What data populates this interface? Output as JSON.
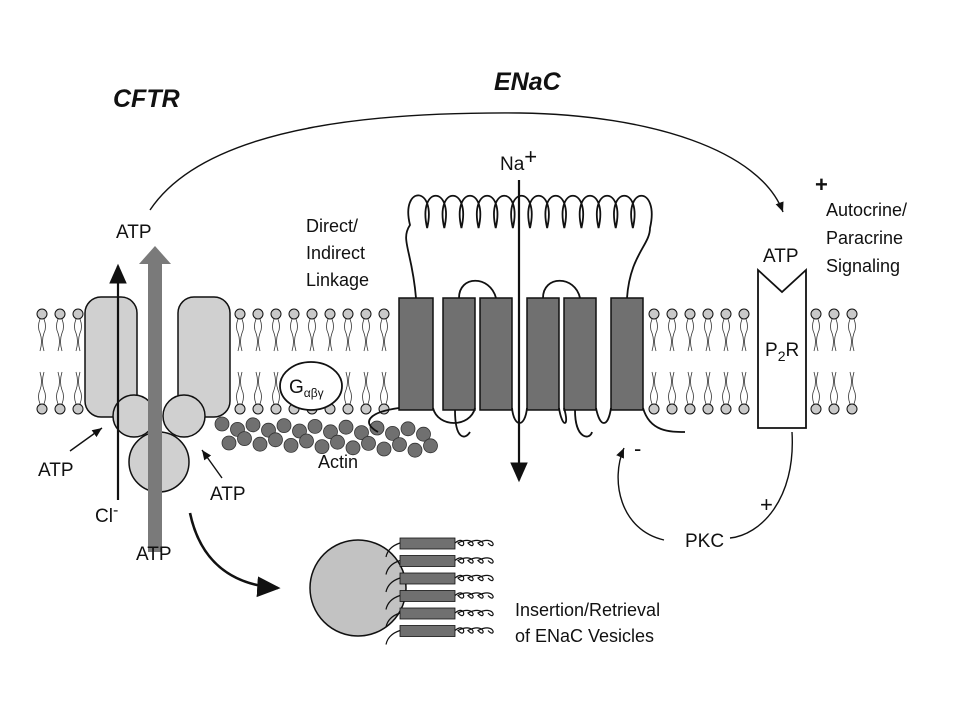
{
  "labels": {
    "cftr": "CFTR",
    "enac": "ENaC",
    "na": "Na",
    "na_charge": "+",
    "atp_top": "ATP",
    "direct_line1": "Direct/",
    "direct_line2": "Indirect",
    "direct_line3": "Linkage",
    "plus_signal": "+",
    "autocrine_line1": "Autocrine/",
    "autocrine_line2": "Paracrine",
    "autocrine_line3": "Signaling",
    "atp_p2r": "ATP",
    "p2r": "P",
    "p2r_sub": "2",
    "p2r_tail": "R",
    "g_protein": "G",
    "g_sub": "αβγ",
    "actin": "Actin",
    "atp_left": "ATP",
    "atp_right": "ATP",
    "cl": "Cl",
    "cl_charge": "-",
    "atp_bottom": "ATP",
    "minus": "-",
    "plus_pkc": "+",
    "pkc": "PKC",
    "vesicle_line1": "Insertion/Retrieval",
    "vesicle_line2": "of ENaC Vesicles"
  },
  "colors": {
    "membrane_fill": "#c9c9c9",
    "channel_fill": "#d0d0d0",
    "enac_fill": "#707070",
    "arrow_gray": "#7a7a7a",
    "actin_fill": "#707070",
    "vesicle_fill": "#c2c2c2",
    "ink": "#111111"
  }
}
